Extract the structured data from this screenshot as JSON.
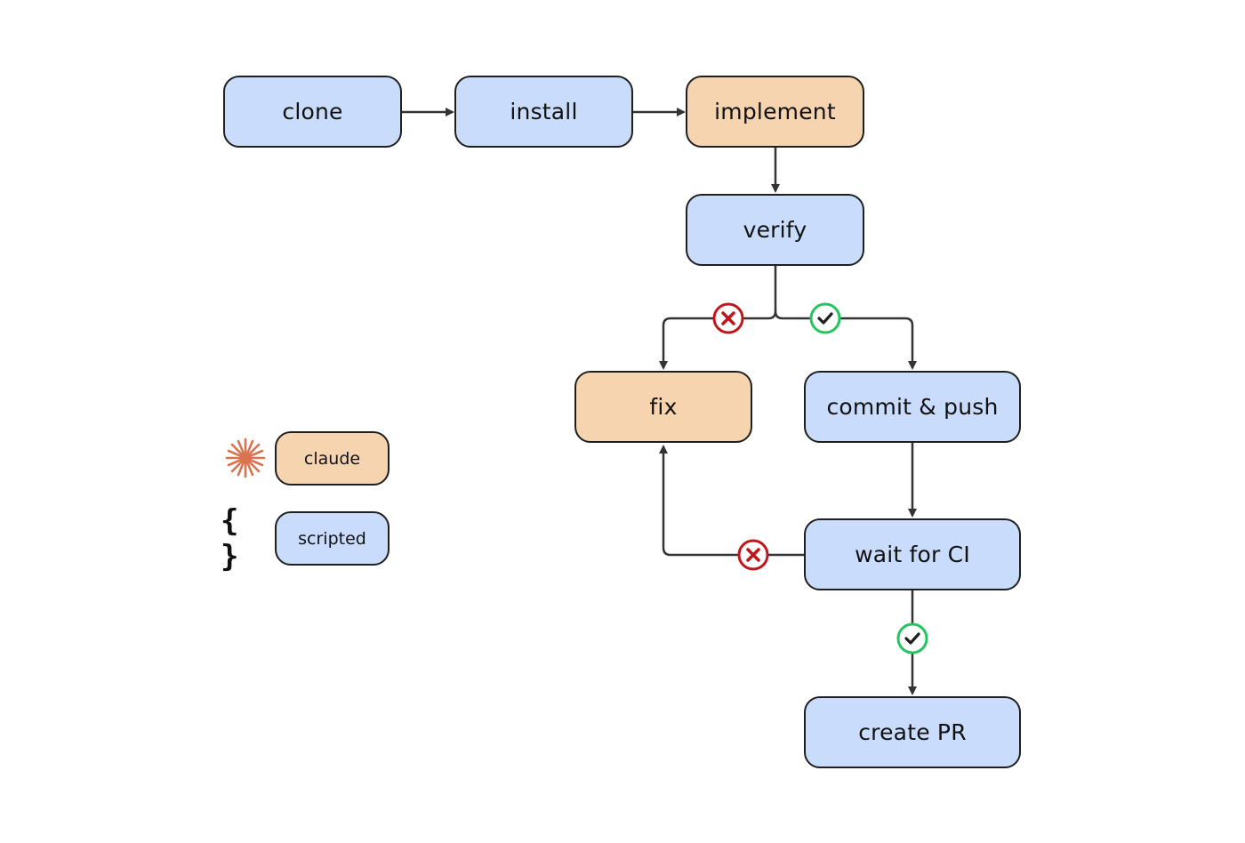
{
  "nodes": {
    "clone": "clone",
    "install": "install",
    "implement": "implement",
    "verify": "verify",
    "fix": "fix",
    "commit_push": "commit & push",
    "wait_ci": "wait for CI",
    "create_pr": "create PR"
  },
  "legend": {
    "claude_label": "claude",
    "scripted_label": "scripted",
    "claude_icon": "sparkle-icon",
    "scripted_icon": "braces-icon",
    "scripted_glyph": "{ }"
  },
  "colors": {
    "scripted_fill": "#c9dcfb",
    "claude_fill": "#f7d4b0",
    "border": "#1f1f1f",
    "edge": "#333333",
    "fail": "#c0161b",
    "success": "#22c55e",
    "sparkle": "#d9734f"
  }
}
